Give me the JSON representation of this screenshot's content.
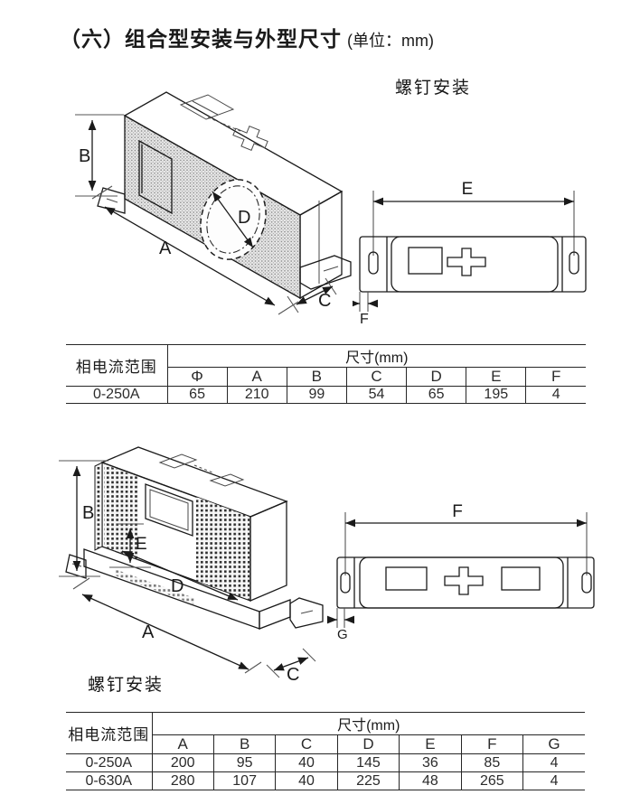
{
  "page": {
    "title": "（六）组合型安装与外型尺寸",
    "title_unit": "(单位：mm)"
  },
  "colors": {
    "ink": "#1a1a1a",
    "paper": "#ffffff"
  },
  "section1": {
    "mount_label": "螺钉安装",
    "device_dims": {
      "B": "B",
      "A": "A",
      "C": "C",
      "D": "D"
    },
    "bracket_dims": {
      "E": "E",
      "F": "F"
    },
    "table": {
      "row_header": "相电流范围",
      "size_header": "尺寸(mm)",
      "columns": [
        "Φ",
        "A",
        "B",
        "C",
        "D",
        "E",
        "F"
      ],
      "rows": [
        {
          "range": "0-250A",
          "values": [
            "65",
            "210",
            "99",
            "54",
            "65",
            "195",
            "4"
          ]
        }
      ]
    }
  },
  "section2": {
    "mount_label": "螺钉安装",
    "device_dims": {
      "B": "B",
      "E": "E",
      "D": "D",
      "A": "A",
      "C": "C"
    },
    "bracket_dims": {
      "F": "F",
      "G": "G"
    },
    "table": {
      "row_header": "相电流范围",
      "size_header": "尺寸(mm)",
      "columns": [
        "A",
        "B",
        "C",
        "D",
        "E",
        "F",
        "G"
      ],
      "rows": [
        {
          "range": "0-250A",
          "values": [
            "200",
            "95",
            "40",
            "145",
            "36",
            "85",
            "4"
          ]
        },
        {
          "range": "0-630A",
          "values": [
            "280",
            "107",
            "40",
            "225",
            "48",
            "265",
            "4"
          ]
        }
      ]
    }
  }
}
